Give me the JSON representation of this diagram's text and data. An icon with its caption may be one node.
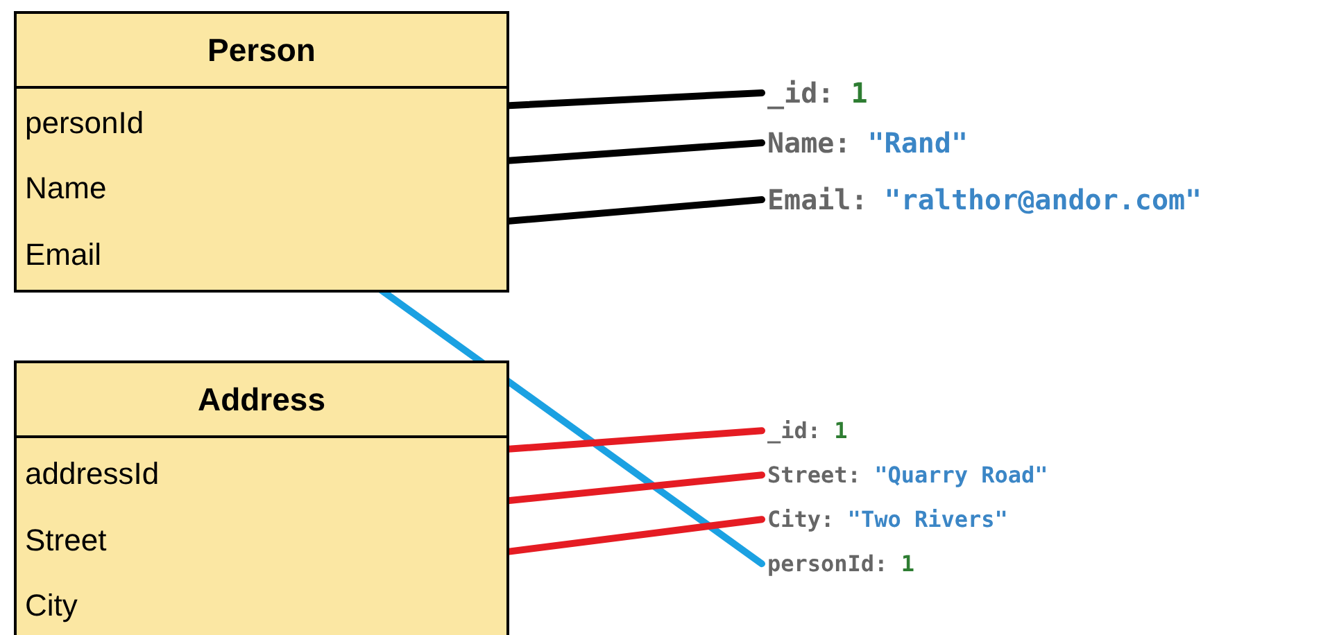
{
  "diagram": {
    "nodes": [
      {
        "text": [
          "Person"
        ]
      },
      {
        "text": [
          "personId"
        ],
        "in": 0
      },
      {
        "text": [
          "Name"
        ],
        "in": 0
      },
      {
        "text": [
          "Email"
        ],
        "in": 0
      },
      {
        "text": [
          "Address"
        ]
      },
      {
        "text": [
          "addressId"
        ],
        "in": 4
      },
      {
        "text": [
          "Street"
        ],
        "in": 4
      },
      {
        "text": [
          "City"
        ],
        "in": 4
      },
      {
        "text": [
          "_id: 1"
        ]
      },
      {
        "text": [
          "Name: \"Rand\""
        ]
      },
      {
        "text": [
          "Email: \"ralthor@andor.com\""
        ]
      },
      {
        "text": [
          "_id: 1"
        ]
      },
      {
        "text": [
          "Street: \"Quarry Road\""
        ]
      },
      {
        "text": [
          "City: \"Two Rivers\""
        ]
      },
      {
        "text": [
          "personId: 1"
        ]
      }
    ],
    "edges": [
      {
        "from": 1,
        "to": 8,
        "arrow": "none",
        "color": "#000000"
      },
      {
        "from": 2,
        "to": 9,
        "arrow": "none",
        "color": "#000000"
      },
      {
        "from": 3,
        "to": 10,
        "arrow": "none",
        "color": "#000000"
      },
      {
        "from": 1,
        "to": 14,
        "arrow": "none",
        "color": "#1ba1e2"
      },
      {
        "from": 5,
        "to": 11,
        "arrow": "none",
        "color": "#e51c23"
      },
      {
        "from": 6,
        "to": 12,
        "arrow": "none",
        "color": "#e51c23"
      },
      {
        "from": 7,
        "to": 13,
        "arrow": "none",
        "color": "#e51c23"
      }
    ]
  }
}
